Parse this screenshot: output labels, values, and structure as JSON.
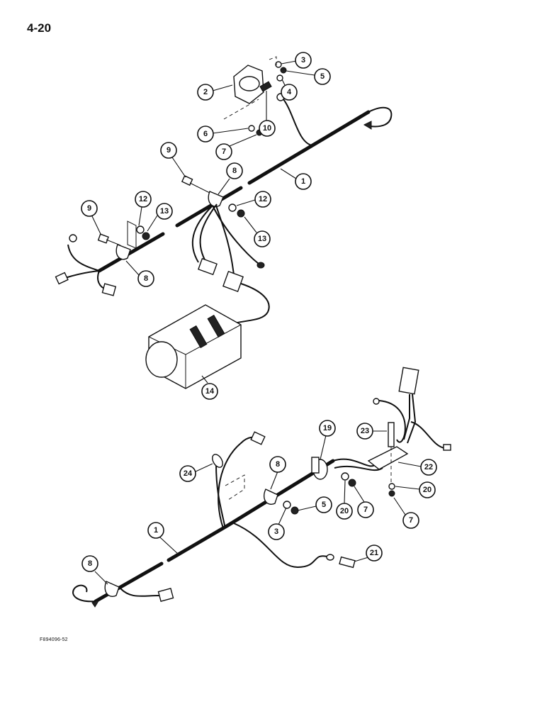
{
  "page": {
    "number": "4-20",
    "figure_code": "F894096-52"
  },
  "callouts": {
    "c1_top": "1",
    "c2": "2",
    "c3_top": "3",
    "c4": "4",
    "c5_top": "5",
    "c6": "6",
    "c7_top": "7",
    "c8_top_a": "8",
    "c8_top_b": "8",
    "c9_a": "9",
    "c9_b": "9",
    "c10": "10",
    "c12_a": "12",
    "c12_b": "12",
    "c13_a": "13",
    "c13_b": "13",
    "c14": "14",
    "c19": "19",
    "c22": "22",
    "c23": "23",
    "c20_a": "20",
    "c20_b": "20",
    "c7_b": "7",
    "c7_c": "7",
    "c24": "24",
    "c8_bot_a": "8",
    "c8_bot_b": "8",
    "c5_bot": "5",
    "c3_bot": "3",
    "c1_bot": "1",
    "c21": "21"
  }
}
